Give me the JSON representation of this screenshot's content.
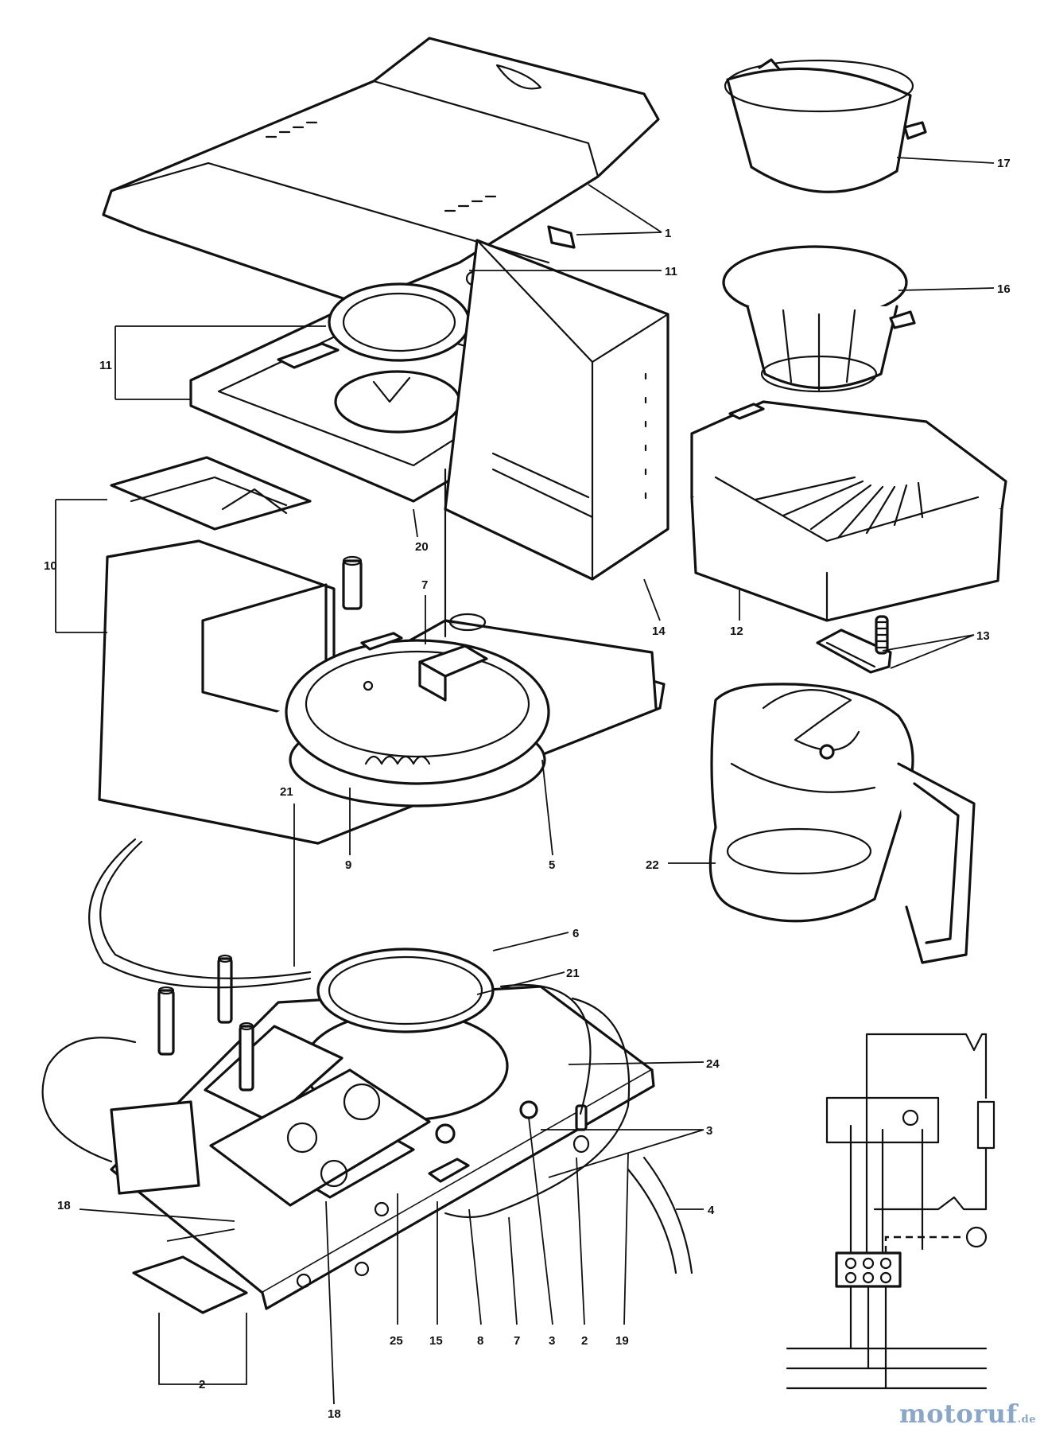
{
  "callouts": [
    {
      "id": "c-1",
      "label": "1"
    },
    {
      "id": "c-11a",
      "label": "11"
    },
    {
      "id": "c-11b",
      "label": "11"
    },
    {
      "id": "c-17",
      "label": "17"
    },
    {
      "id": "c-16",
      "label": "16"
    },
    {
      "id": "c-10",
      "label": "10"
    },
    {
      "id": "c-7a",
      "label": "7"
    },
    {
      "id": "c-20",
      "label": "20"
    },
    {
      "id": "c-14",
      "label": "14"
    },
    {
      "id": "c-12",
      "label": "12"
    },
    {
      "id": "c-13",
      "label": "13"
    },
    {
      "id": "c-9",
      "label": "9"
    },
    {
      "id": "c-5",
      "label": "5"
    },
    {
      "id": "c-22",
      "label": "22"
    },
    {
      "id": "c-21a",
      "label": "21"
    },
    {
      "id": "c-6",
      "label": "6"
    },
    {
      "id": "c-21b",
      "label": "21"
    },
    {
      "id": "c-24",
      "label": "24"
    },
    {
      "id": "c-3a",
      "label": "3"
    },
    {
      "id": "c-4",
      "label": "4"
    },
    {
      "id": "c-18a",
      "label": "18"
    },
    {
      "id": "c-25",
      "label": "25"
    },
    {
      "id": "c-15",
      "label": "15"
    },
    {
      "id": "c-8",
      "label": "8"
    },
    {
      "id": "c-7b",
      "label": "7"
    },
    {
      "id": "c-3b",
      "label": "3"
    },
    {
      "id": "c-2a",
      "label": "2"
    },
    {
      "id": "c-19",
      "label": "19"
    },
    {
      "id": "c-2b",
      "label": "2"
    },
    {
      "id": "c-18b",
      "label": "18"
    }
  ],
  "watermark": {
    "brand": "motoruf",
    "suffix": ".de",
    "color": "#8aa6c8"
  }
}
